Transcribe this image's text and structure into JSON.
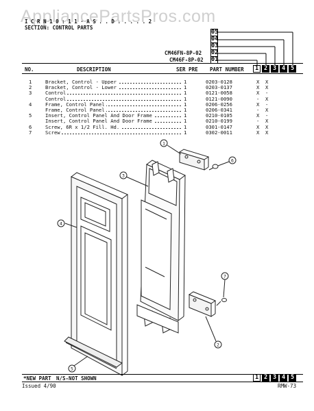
{
  "watermark": "AppliancePartsPros.com",
  "header": {
    "line1": "I C R N 1 0 : 1 1 · A S . . D . . . . . 2",
    "section": "SECTION: CONTROL PARTS"
  },
  "model_columns": [
    {
      "code": "05",
      "model": ""
    },
    {
      "code": "04",
      "model": ""
    },
    {
      "code": "03",
      "model": ""
    },
    {
      "code": "02",
      "model": "CM46FN-8P-02"
    },
    {
      "code": "01",
      "model": "CM46F-8P-02"
    }
  ],
  "column_headers": {
    "no": "NO.",
    "description": "DESCRIPTION",
    "ser_pre": "SER PRE",
    "part_number": "PART NUMBER",
    "cols": [
      "1",
      "2",
      "3",
      "4",
      "5"
    ]
  },
  "parts": [
    {
      "no": "1",
      "description": "Bracket, Control - Upper",
      "qty": "1",
      "part_number": "0203-0128",
      "c1": "X",
      "c2": "X"
    },
    {
      "no": "2",
      "description": "Bracket, Control - Lower",
      "qty": "1",
      "part_number": "0203-0137",
      "c1": "X",
      "c2": "X"
    },
    {
      "no": "3",
      "description": "Control",
      "qty": "1",
      "part_number": "0121-0058",
      "c1": "X",
      "c2": "-"
    },
    {
      "no": "",
      "description": "Control",
      "qty": "1",
      "part_number": "0121-0090",
      "c1": "-",
      "c2": "X"
    },
    {
      "no": "4",
      "description": "Frame, Control Panel",
      "qty": "1",
      "part_number": "0206-0256",
      "c1": "X",
      "c2": "-"
    },
    {
      "no": "",
      "description": "Frame, Control Panel",
      "qty": "1",
      "part_number": "0206-0341",
      "c1": "-",
      "c2": "X"
    },
    {
      "no": "5",
      "description": "Insert, Control Panel And Door Frame",
      "qty": "1",
      "part_number": "0210-0105",
      "c1": "X",
      "c2": "-"
    },
    {
      "no": "",
      "description": "Insert, Control Panel And Door Frame",
      "qty": "1",
      "part_number": "0210-0199",
      "c1": "-",
      "c2": "X"
    },
    {
      "no": "6",
      "description": "Screw, 6R x 1/2 Fill. Hd.",
      "qty": "1",
      "part_number": "0301-0147",
      "c1": "X",
      "c2": "X"
    },
    {
      "no": "7",
      "description": "Screw",
      "qty": "1",
      "part_number": "0302-0011",
      "c1": "X",
      "c2": "X"
    }
  ],
  "callouts": [
    "1",
    "3",
    "6",
    "4",
    "7",
    "2",
    "5"
  ],
  "footer": {
    "new_part": "*NEW PART",
    "not_shown": "N/S-NOT SHOWN",
    "issued": "Issued  4/90",
    "page_code": "RMW-73",
    "cols": [
      "1",
      "2",
      "3",
      "4",
      "5"
    ]
  }
}
